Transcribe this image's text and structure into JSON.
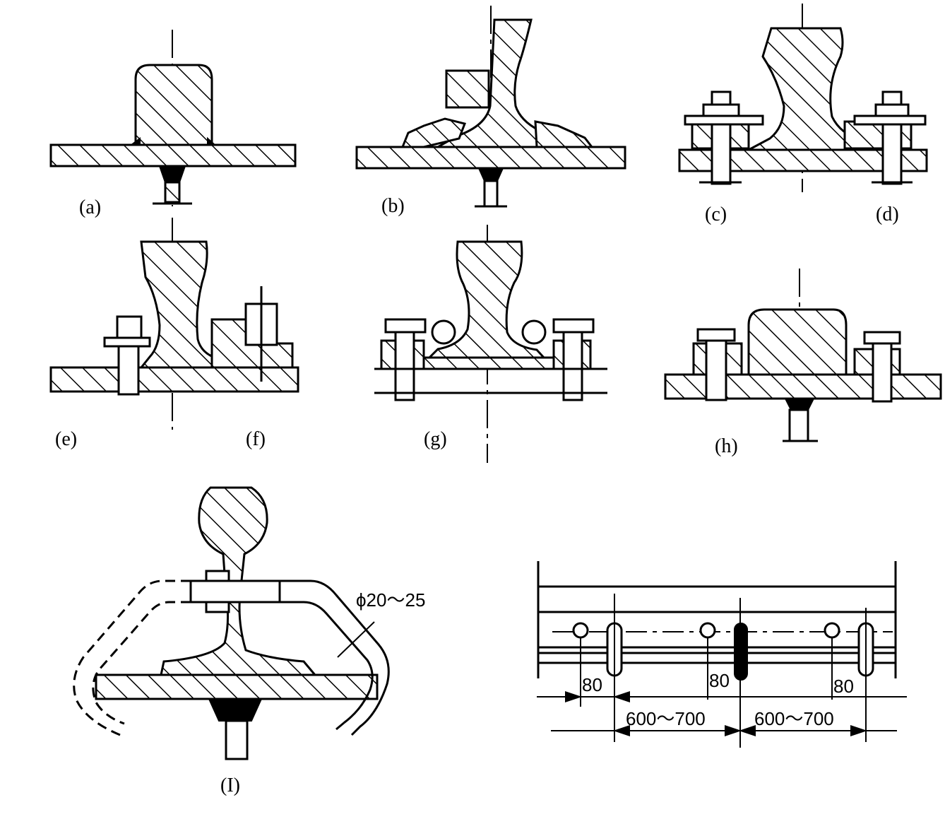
{
  "figure": {
    "labels": {
      "a": "(a)",
      "b": "(b)",
      "c": "(c)",
      "d": "(d)",
      "e": "(e)",
      "f": "(f)",
      "g": "(g)",
      "h": "(h)",
      "i": "(I)"
    },
    "hook_diameter": "ϕ20～25",
    "dimensions": {
      "hole_offset": "80",
      "spacing_1": "600～700",
      "spacing_2": "600～700"
    }
  }
}
